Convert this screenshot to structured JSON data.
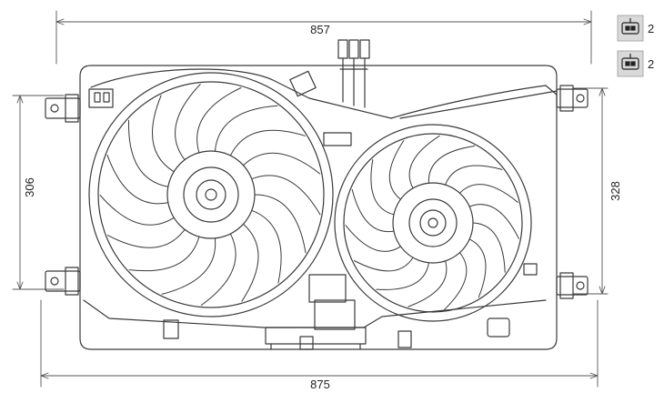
{
  "dimensions": {
    "top_width": "857",
    "bottom_width": "875",
    "left_height": "306",
    "right_height": "328"
  },
  "connectors": [
    {
      "icon": "two-pin-connector-icon",
      "count": "2"
    },
    {
      "icon": "two-pin-connector-icon",
      "count": "2"
    }
  ],
  "colors": {
    "line": "#3a3a3a",
    "dim_line": "#555555",
    "connector_fill": "#d9d9d9"
  }
}
